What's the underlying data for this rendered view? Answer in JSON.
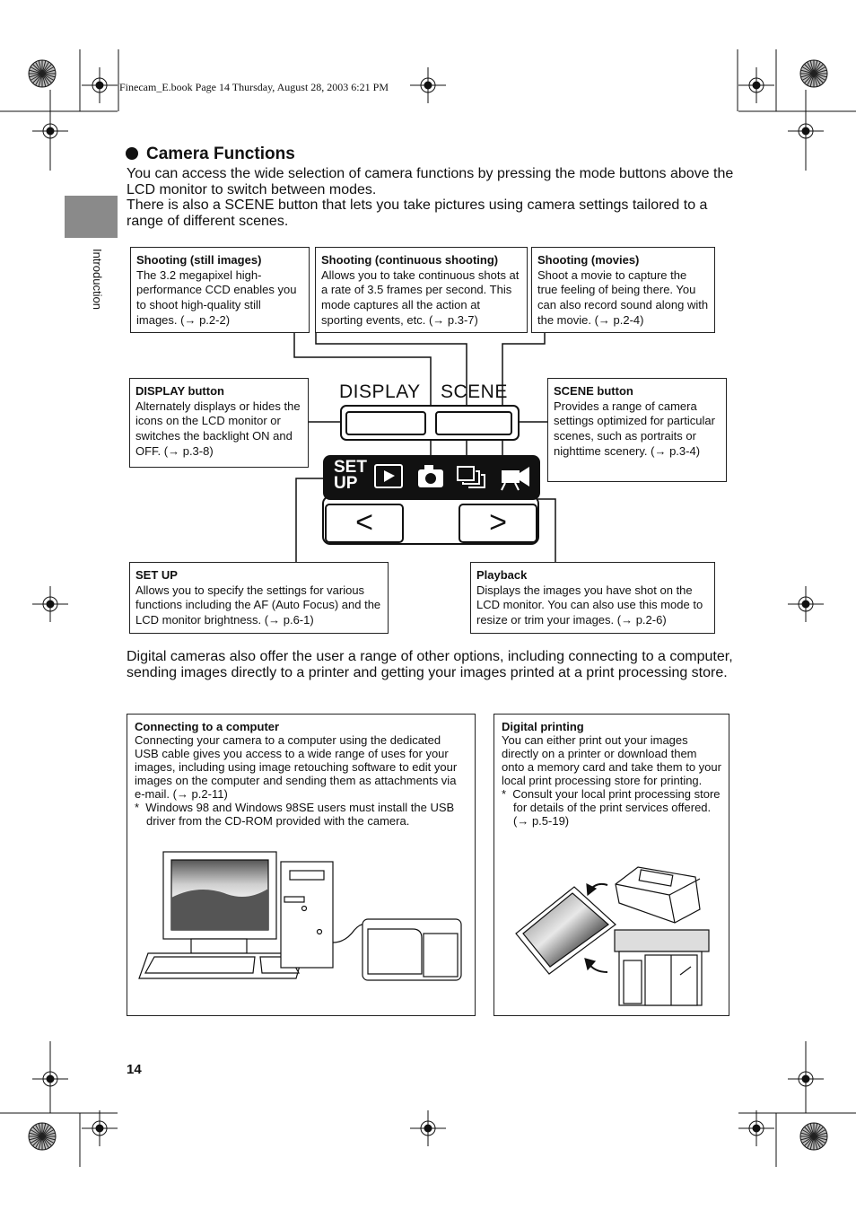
{
  "header": {
    "file_info": "Finecam_E.book  Page 14  Thursday, August 28, 2003  6:21 PM"
  },
  "sidebar": {
    "section_label": "Introduction"
  },
  "section": {
    "title": "Camera Functions",
    "intro_1": "You can access the wide selection of camera functions by pressing the mode buttons above the LCD monitor to switch between modes.",
    "intro_2": "There is also a SCENE button that lets you take pictures using camera settings tailored to a range of different scenes."
  },
  "mode_boxes": {
    "still": {
      "title": "Shooting (still images)",
      "body": "The 3.2 megapixel high-performance CCD enables you to shoot high-quality still images. (→ p.2-2)"
    },
    "continuous": {
      "title": "Shooting (continuous shooting)",
      "body": "Allows you to take continuous shots at a rate of 3.5 frames per second. This mode captures all the action at sporting events, etc. (→ p.3-7)"
    },
    "movies": {
      "title": "Shooting (movies)",
      "body": "Shoot a movie to capture the true feeling of being there. You can also record sound along with the movie. (→ p.2-4)"
    },
    "display": {
      "title": "DISPLAY button",
      "body": "Alternately displays or hides the icons on the LCD monitor or switches the backlight ON and OFF. (→ p.3-8)"
    },
    "scene": {
      "title": "SCENE button",
      "body": "Provides a range of camera settings optimized for particular scenes, such as portraits or nighttime scenery. (→ p.3-4)"
    },
    "setup": {
      "title": "SET UP",
      "body": "Allows you to specify the settings for various functions including the AF (Auto Focus) and the LCD monitor brightness. (→ p.6-1)"
    },
    "playback": {
      "title": "Playback",
      "body": "Displays the images you have shot on the LCD monitor. You can also use this mode to resize or trim your images. (→ p.2-6)"
    }
  },
  "camera_panel": {
    "display_label": "DISPLAY",
    "scene_label": "SCENE",
    "setup_label_1": "SET",
    "setup_label_2": "UP",
    "left_arrow": "<",
    "right_arrow": ">"
  },
  "options": {
    "intro": "Digital cameras also offer the user a range of other options, including connecting to a computer, sending images directly to a printer and getting your images printed at a print processing store.",
    "computer": {
      "title": "Connecting to a computer",
      "body": "Connecting your camera to a computer using the dedicated USB cable gives you access to a wide range of uses for your images, including using image retouching software to edit your images on the computer and sending them as attachments via e-mail. (→ p.2-11)",
      "note": "*  Windows 98 and Windows 98SE users must install the USB driver from the CD-ROM provided with the camera."
    },
    "printing": {
      "title": "Digital printing",
      "body": "You can either print out your images directly on a printer or download them onto a memory card and take them to your local print processing store for printing.",
      "note": "*  Consult your local print processing store for details of the print services offered. (→ p.5-19)"
    }
  },
  "footer": {
    "page_number": "14"
  }
}
